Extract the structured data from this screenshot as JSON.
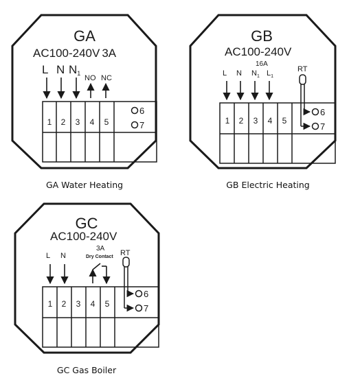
{
  "colors": {
    "ink": "#1a1a1a",
    "background": "#ffffff"
  },
  "panels": [
    {
      "model": "GA",
      "voltage": "AC100-240V",
      "voltage_suffix": "3A",
      "inputs": [
        "L",
        "N",
        "N",
        "1"
      ],
      "outputs": [
        "NO",
        "NC"
      ],
      "terminals": [
        "1",
        "2",
        "3",
        "4",
        "5"
      ],
      "sensor_terminals": [
        "6",
        "7"
      ],
      "caption": "GA Water Heating"
    },
    {
      "model": "GB",
      "voltage": "AC100-240V",
      "current": "16A",
      "inputs": [
        "L",
        "N",
        "N",
        "1",
        "L",
        "1"
      ],
      "sensor_label": "RT",
      "terminals": [
        "1",
        "2",
        "3",
        "4",
        "5"
      ],
      "sensor_terminals": [
        "6",
        "7"
      ],
      "caption": "GB Electric Heating"
    },
    {
      "model": "GC",
      "voltage": "AC100-240V",
      "current": "3A",
      "contact_label": "Dry Contact",
      "inputs": [
        "L",
        "N"
      ],
      "sensor_label": "RT",
      "terminals": [
        "1",
        "2",
        "3",
        "4",
        "5"
      ],
      "sensor_terminals": [
        "6",
        "7"
      ],
      "caption": "GC Gas Boiler"
    }
  ]
}
